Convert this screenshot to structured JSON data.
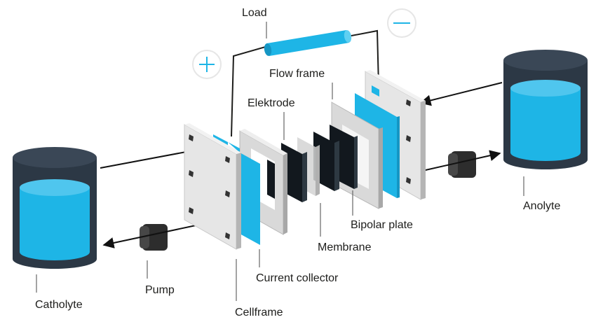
{
  "colors": {
    "electrolyte": "#1eb5e6",
    "tank_dark": "#2c3845",
    "plate_light": "#e6e6e6",
    "plate_edge": "#b5b5b5",
    "electrode_dark": "#12181e",
    "pump": "#2d2d2d"
  },
  "labels": {
    "load": "Load",
    "flow_frame": "Flow frame",
    "elektrode": "Elektrode",
    "anolyte": "Anolyte",
    "bipolar_plate": "Bipolar plate",
    "membrane": "Membrane",
    "current_collector": "Current collector",
    "pump": "Pump",
    "catholyte": "Catholyte",
    "cellframe": "Cellframe"
  },
  "terminals": {
    "positive_symbol": "+",
    "negative_symbol": "−"
  },
  "icons": {
    "positive": "plus-icon",
    "negative": "minus-icon"
  }
}
